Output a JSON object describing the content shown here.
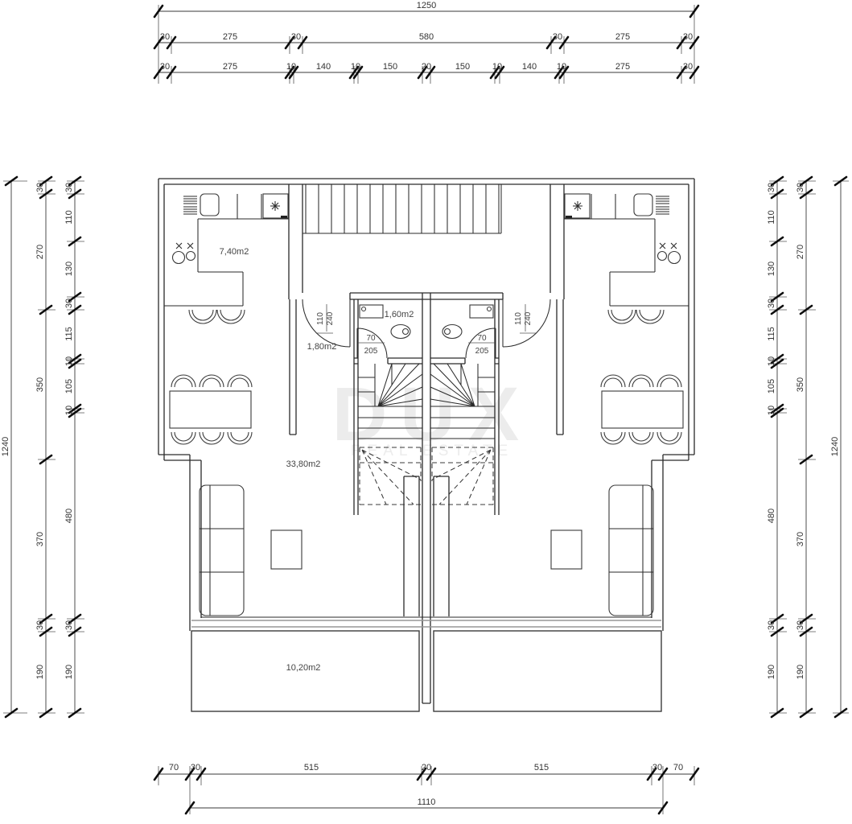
{
  "watermark": {
    "title": "DUX",
    "subtitle": "REAL ESTATE"
  },
  "rooms": {
    "kitchen": "7,40m2",
    "hall": "1,80m2",
    "bath": "1,60m2",
    "living": "33,80m2",
    "balcony": "10,20m2"
  },
  "doors": {
    "entry": {
      "width": "110",
      "height": "240"
    },
    "bath": {
      "width": "70",
      "height": "205"
    }
  },
  "dims": {
    "top1": [
      "1250"
    ],
    "top2": [
      "30",
      "275",
      "30",
      "580",
      "30",
      "275",
      "30"
    ],
    "top3": [
      "30",
      "275",
      "10",
      "140",
      "10",
      "150",
      "20",
      "150",
      "10",
      "140",
      "10",
      "275",
      "30"
    ],
    "bottom1": [
      "70",
      "30",
      "515",
      "20",
      "515",
      "30",
      "70"
    ],
    "bottom2": [
      "1110"
    ],
    "left_outer": [
      "1240"
    ],
    "left_mid": [
      "30",
      "270",
      "350",
      "370",
      "30",
      "190"
    ],
    "left_inner": [
      "30",
      "110",
      "130",
      "30",
      "115",
      "10",
      "105",
      "10",
      "480",
      "30",
      "190"
    ],
    "right_outer": [
      "1240"
    ],
    "right_mid": [
      "30",
      "270",
      "350",
      "370",
      "30",
      "190"
    ],
    "right_inner": [
      "30",
      "110",
      "130",
      "30",
      "115",
      "10",
      "105",
      "10",
      "480",
      "30",
      "190"
    ]
  }
}
